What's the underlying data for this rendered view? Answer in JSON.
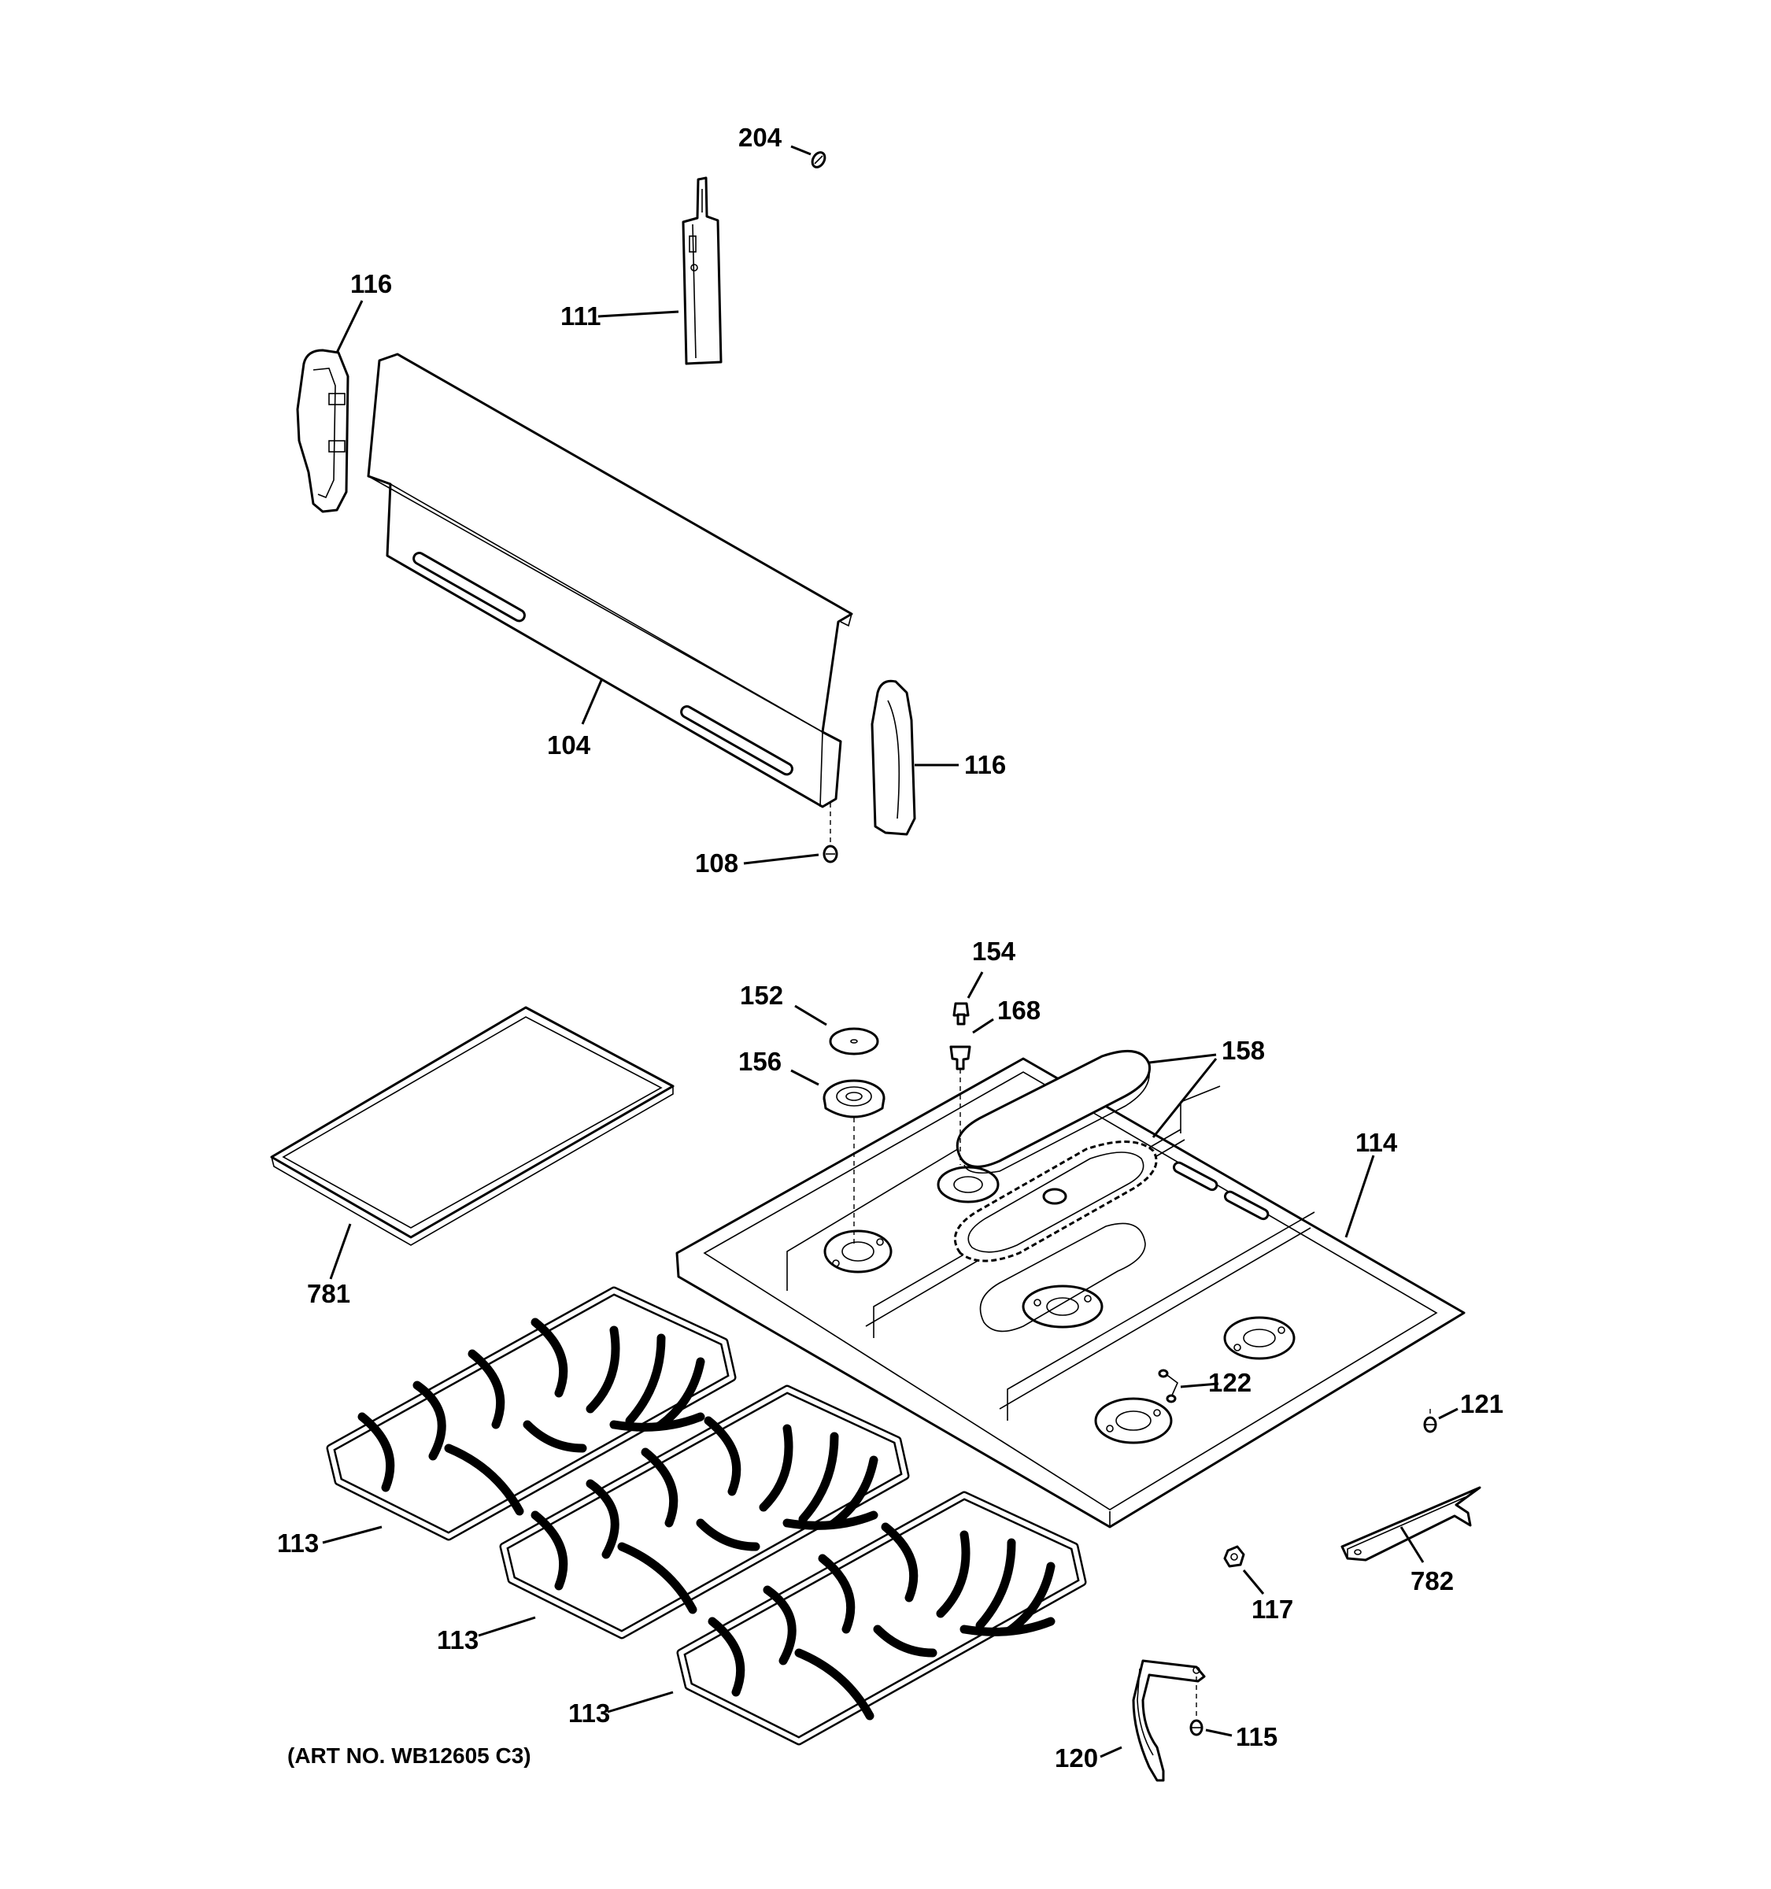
{
  "labels": {
    "l204": "204",
    "l116a": "116",
    "l111": "111",
    "l104": "104",
    "l116b": "116",
    "l108": "108",
    "l154": "154",
    "l152": "152",
    "l168": "168",
    "l156": "156",
    "l158": "158",
    "l114": "114",
    "l781": "781",
    "l122": "122",
    "l121": "121",
    "l113a": "113",
    "l782": "782",
    "l117": "117",
    "l113b": "113",
    "l113c": "113",
    "l115": "115",
    "l120": "120"
  },
  "footer": {
    "art_number": "(ART NO. WB12605 C3)"
  }
}
